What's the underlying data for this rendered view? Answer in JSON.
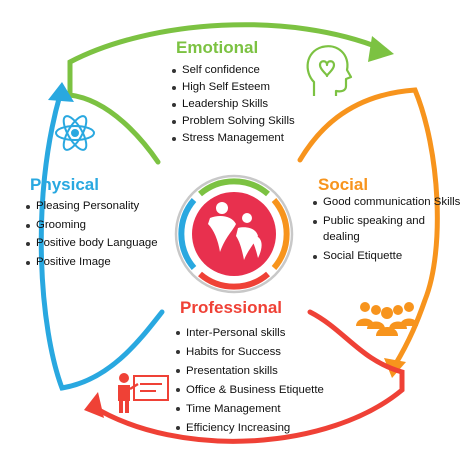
{
  "colors": {
    "emotional": "#7cc242",
    "social": "#f7941d",
    "physical": "#29a8e0",
    "professional": "#ef4136",
    "center": "#e8304e"
  },
  "icons": {
    "emotional": "head-heart-icon",
    "physical": "atom-icon",
    "social": "group-people-icon",
    "professional": "presenter-board-icon",
    "center": "logo-people-icon"
  },
  "sections": {
    "emotional": {
      "title": "Emotional",
      "items": [
        "Self confidence",
        "High Self Esteem",
        "Leadership Skills",
        "Problem Solving Skills",
        "Stress Management"
      ]
    },
    "social": {
      "title": "Social",
      "items": [
        "Good communication Skills",
        "Public speaking and dealing",
        "Social Etiquette"
      ]
    },
    "physical": {
      "title": "Physical",
      "items": [
        "Pleasing Personality",
        "Grooming",
        "Positive body Language",
        "Positive Image"
      ]
    },
    "professional": {
      "title": "Professional",
      "items": [
        "Inter-Personal skills",
        "Habits for Success",
        "Presentation skills",
        "Office & Business Etiquette",
        "Time Management",
        "Efficiency Increasing"
      ]
    }
  }
}
